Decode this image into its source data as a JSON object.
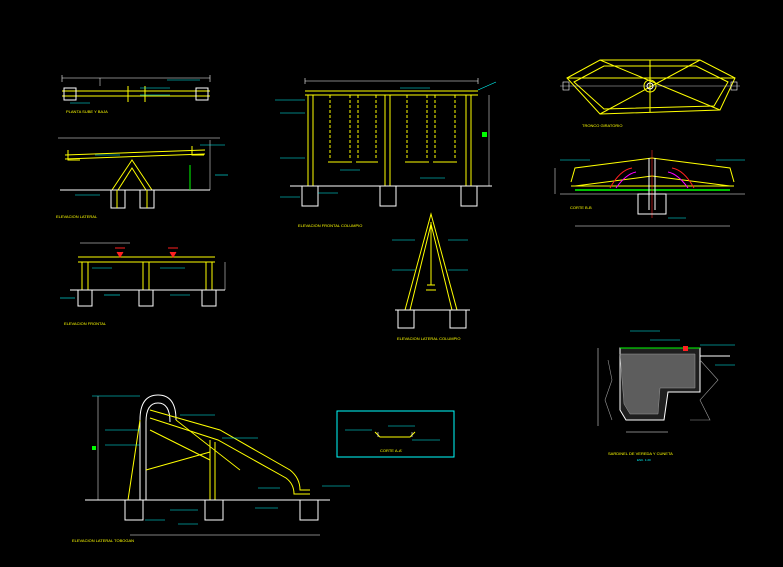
{
  "colors": {
    "background": "#000000",
    "yellow": "#ffff00",
    "white": "#ffffff",
    "red": "#ff2020",
    "cyan": "#00ffff",
    "green": "#00ff00",
    "blue": "#3060ff",
    "magenta": "#ff00ff",
    "gray": "#9a9a9a"
  },
  "titles": {
    "seesaw_plan": "PLANTA SUBE Y BAJA",
    "seesaw_lateral": "ELEVACION LATERAL",
    "seesaw_frontal": "ELEVACION FRONTAL",
    "swing_frontal": "ELEVACION FRONTAL COLUMPIO",
    "swing_lateral": "ELEVACION LATERAL COLUMPIO",
    "carousel_plan": "TRONCO GIRATORIO",
    "carousel_section": "CORTE B-B",
    "slide_lateral": "ELEVACION LATERAL TOBOGAN",
    "detail_box": "CORTE A-A'",
    "curb_detail": "SARDINEL DE VEREDA Y CUNETA",
    "curb_scale": "ESC. 1:20"
  }
}
